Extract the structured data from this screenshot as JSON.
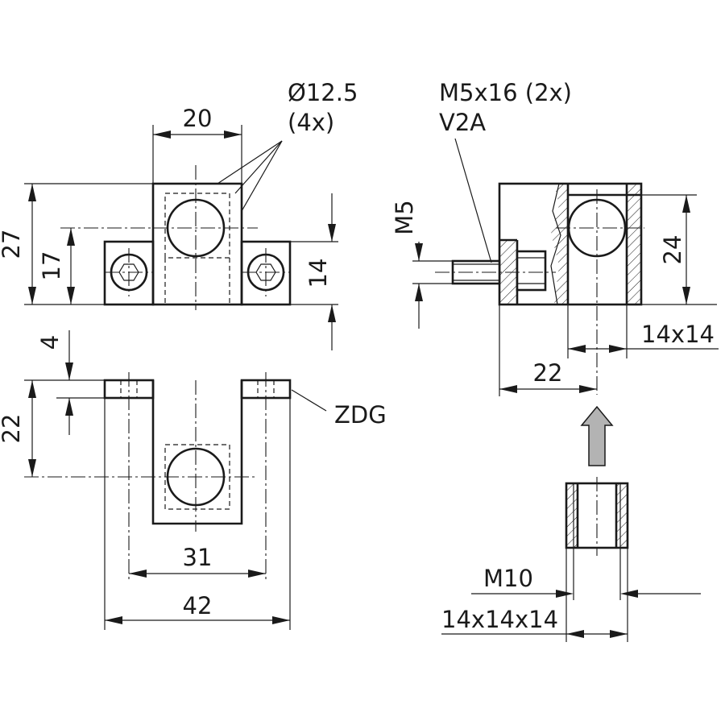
{
  "dimensions": {
    "front_width_top": "20",
    "hole_diameter": "Ø12.5",
    "hole_count": "(4x)",
    "front_height_total": "27",
    "front_height_axis": "17",
    "flange_height": "14",
    "top_flange_thickness": "4",
    "top_axis_offset": "22",
    "hole_spacing": "31",
    "overall_width": "42",
    "screw_label": "M5x16 (2x)",
    "screw_material": "V2A",
    "thread_label": "M5",
    "side_height": "24",
    "profile_size": "14x14",
    "side_axis_offset": "22",
    "sleeve_thread": "M10",
    "sleeve_size": "14x14x14",
    "material_note": "ZDG"
  },
  "colors": {
    "line": "#1a1a1a",
    "arrow_fill": "#b3b3b3"
  }
}
